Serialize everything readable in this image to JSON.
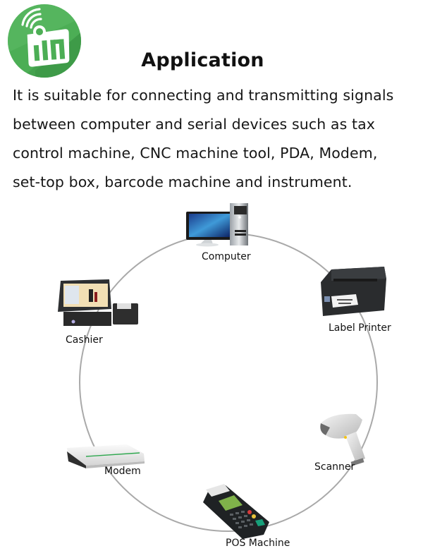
{
  "logo": {
    "icon": "signal-chart-card-icon",
    "colors": {
      "primary": "#4cae55",
      "light": "#66c170",
      "shadow": "#3a9444",
      "card": "#ffffff"
    }
  },
  "heading": "Application",
  "description_lines": [
    "It is suitable for connecting and transmitting signals",
    "between computer and serial devices such as tax",
    "control machine, CNC machine tool, PDA, Modem,",
    "set-top box, barcode machine and instrument."
  ],
  "diagram": {
    "ring_color": "#a9a9a9",
    "devices": [
      {
        "label": "Computer",
        "icon": "computer-icon"
      },
      {
        "label": "Label Printer",
        "icon": "label-printer-icon"
      },
      {
        "label": "Scanner",
        "icon": "barcode-scanner-icon"
      },
      {
        "label": "POS Machine",
        "icon": "pos-machine-icon"
      },
      {
        "label": "Modem",
        "icon": "modem-icon"
      },
      {
        "label": "Cashier",
        "icon": "cashier-register-icon"
      }
    ]
  }
}
